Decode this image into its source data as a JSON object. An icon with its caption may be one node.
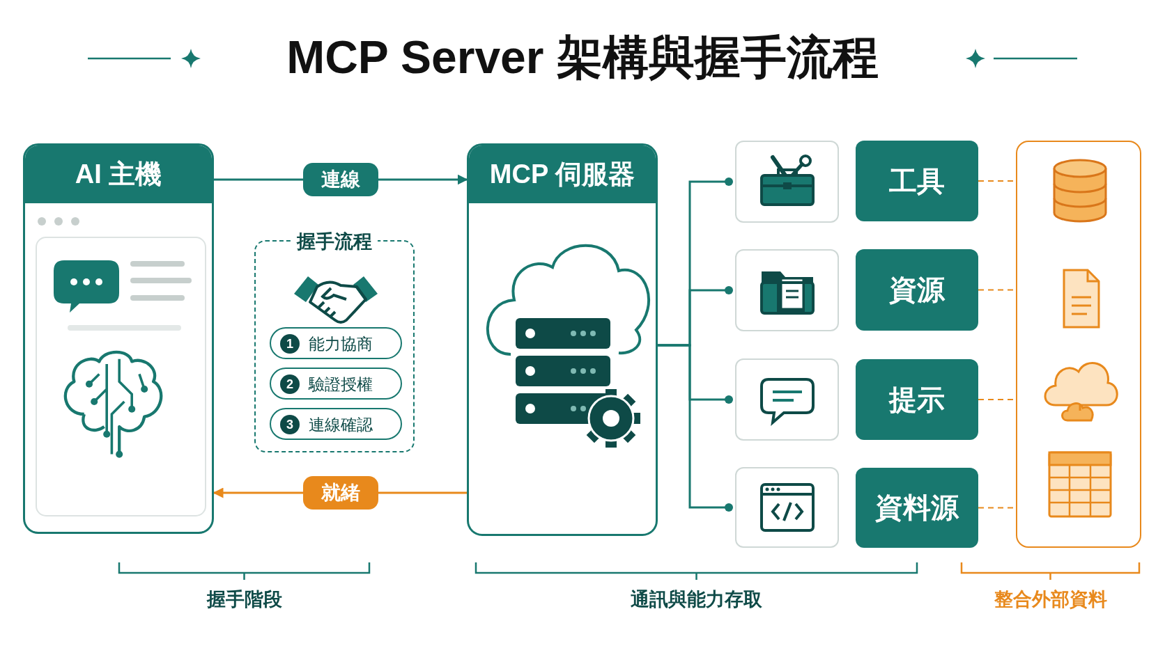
{
  "diagram": {
    "title": "MCP Server 架構與握手流程",
    "nodes": [
      {
        "text": [
          "AI 主機"
        ]
      },
      {
        "text": [
          "握手流程"
        ]
      },
      {
        "text": [
          "1",
          "能力協商"
        ],
        "in": 1
      },
      {
        "text": [
          "2",
          "驗證授權"
        ],
        "in": 1
      },
      {
        "text": [
          "3",
          "連線確認"
        ],
        "in": 1
      },
      {
        "text": [
          "MCP 伺服器"
        ]
      },
      {
        "text": [],
        "shape": "box"
      },
      {
        "text": [],
        "shape": "box"
      },
      {
        "text": [],
        "shape": "box"
      },
      {
        "text": [],
        "shape": "box"
      },
      {
        "text": [
          "工具"
        ]
      },
      {
        "text": [
          "資源"
        ]
      },
      {
        "text": [
          "提示"
        ]
      },
      {
        "text": [
          "資料源"
        ]
      },
      {
        "text": [],
        "shape": "box"
      }
    ],
    "edges": [
      {
        "from": 0,
        "to": 5,
        "arrow": "to",
        "label": "連線"
      },
      {
        "from": 5,
        "to": 0,
        "arrow": "to",
        "label": "就緒",
        "color": "#e8891c"
      },
      {
        "from": 5,
        "to": 6,
        "arrow": "other"
      },
      {
        "from": 5,
        "to": 7,
        "arrow": "other"
      },
      {
        "from": 5,
        "to": 8,
        "arrow": "other"
      },
      {
        "from": 5,
        "to": 9,
        "arrow": "other"
      },
      {
        "from": 10,
        "to": 14,
        "arrow": "none",
        "style": "dashed",
        "color": "#e8891c"
      },
      {
        "from": 11,
        "to": 14,
        "arrow": "none",
        "style": "dashed",
        "color": "#e8891c"
      },
      {
        "from": 12,
        "to": 14,
        "arrow": "none",
        "style": "dashed",
        "color": "#e8891c"
      },
      {
        "from": 13,
        "to": 14,
        "arrow": "none",
        "style": "dashed",
        "color": "#e8891c"
      }
    ],
    "labels": [
      "握手階段",
      "通訊與能力存取",
      "整合外部資料"
    ]
  }
}
